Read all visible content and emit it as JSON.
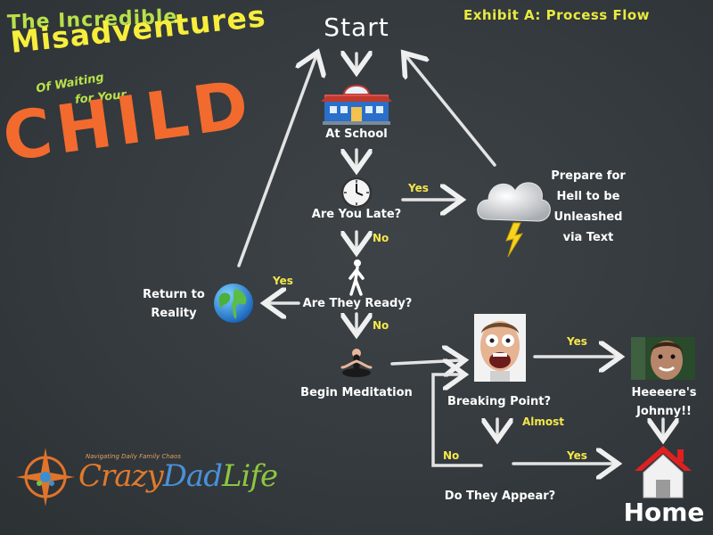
{
  "title": {
    "line1": "The Incredible",
    "line2": "Misadventures",
    "line3": "Of Waiting",
    "line4": "for Your",
    "line5": "CHILD"
  },
  "exhibit": "Exhibit A: Process Flow",
  "nodes": {
    "start": "Start",
    "at_school": "At School",
    "are_you_late": "Are You Late?",
    "prepare_line1": "Prepare for",
    "prepare_line2": "Hell to be",
    "prepare_line3": "Unleashed",
    "prepare_line4": "via Text",
    "are_they_ready": "Are They Ready?",
    "return_line1": "Return to",
    "return_line2": "Reality",
    "begin_meditation": "Begin Meditation",
    "breaking_point": "Breaking Point?",
    "heeere_line1": "Heeeere's",
    "heeere_line2": "Johnny!!",
    "do_they_appear": "Do They Appear?",
    "home": "Home"
  },
  "edge_labels": {
    "late_yes": "Yes",
    "late_no": "No",
    "ready_yes": "Yes",
    "ready_no": "No",
    "breaking_yes": "Yes",
    "breaking_almost": "Almost",
    "appear_no": "No",
    "appear_yes": "Yes"
  },
  "logo": {
    "crazy": "Crazy",
    "dad": "Dad",
    "life": "Life",
    "tagline": "Navigating Daily Family Chaos"
  },
  "colors": {
    "chalkboard": "#343a3e",
    "chalk_white": "#ffffff",
    "label_yellow": "#f5e64a",
    "title_green": "#b8e04a",
    "title_yellow": "#f7ee3c",
    "title_orange": "#f26a2e"
  },
  "icons": [
    "school-icon",
    "clock-icon",
    "storm-cloud-icon",
    "walking-person-icon",
    "globe-icon",
    "meditation-icon",
    "screaming-face-photo",
    "johnny-photo",
    "home-icon"
  ]
}
